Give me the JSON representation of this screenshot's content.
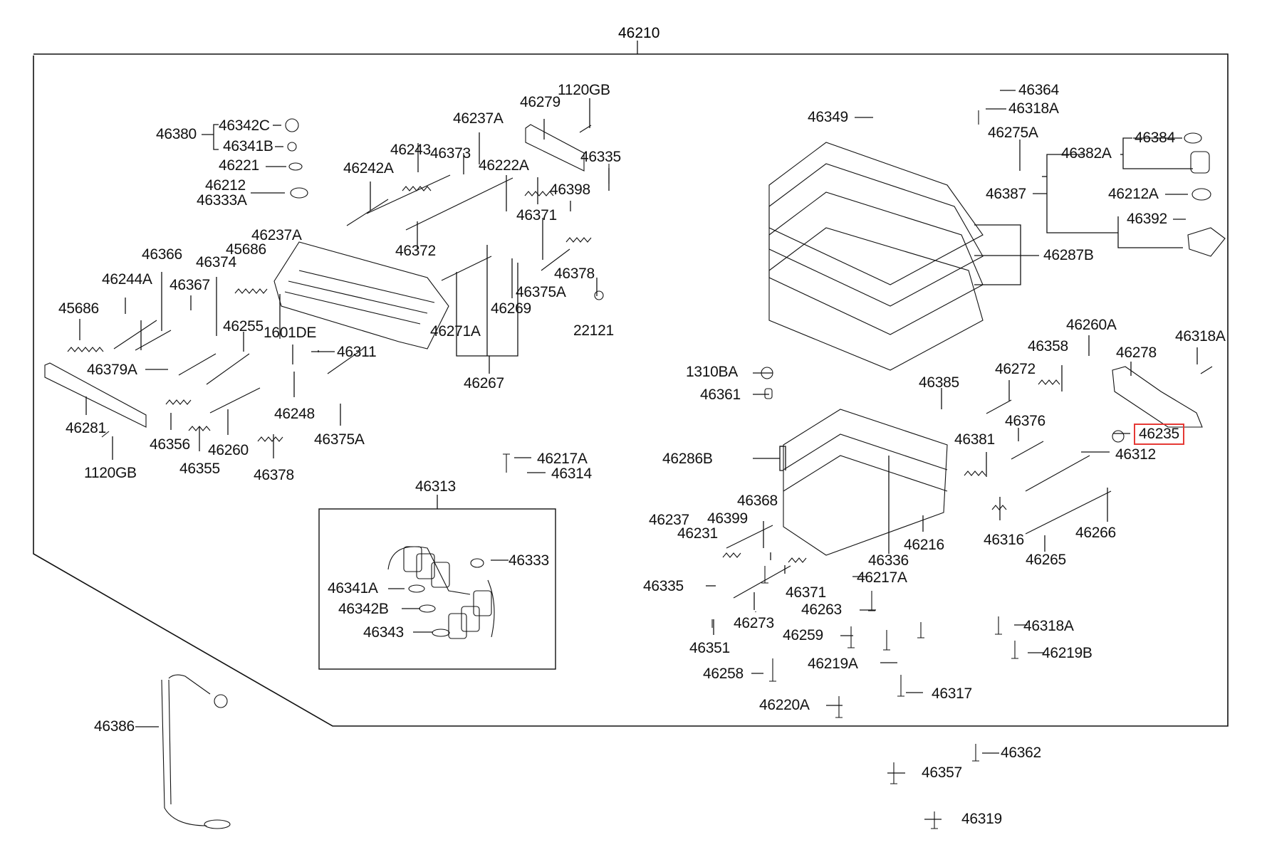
{
  "diagram": {
    "assembly_number": "46210",
    "highlight_color": "#e53935",
    "highlighted_part": "46235",
    "solenoid_group_label": "46313"
  },
  "labels": [
    {
      "id": "l46380",
      "text": "46380"
    },
    {
      "id": "l46342C",
      "text": "46342C"
    },
    {
      "id": "l46341B",
      "text": "46341B"
    },
    {
      "id": "l46221",
      "text": "46221"
    },
    {
      "id": "l46212",
      "text": "46212"
    },
    {
      "id": "l46333A",
      "text": "46333A"
    },
    {
      "id": "l46242A",
      "text": "46242A"
    },
    {
      "id": "l46243",
      "text": "46243"
    },
    {
      "id": "l46373",
      "text": "46373"
    },
    {
      "id": "l46237A_top",
      "text": "46237A"
    },
    {
      "id": "l46222A",
      "text": "46222A"
    },
    {
      "id": "l46279",
      "text": "46279"
    },
    {
      "id": "l1120GB_top",
      "text": "1120GB"
    },
    {
      "id": "l46335_top",
      "text": "46335"
    },
    {
      "id": "l46371_top",
      "text": "46371"
    },
    {
      "id": "l46398",
      "text": "46398"
    },
    {
      "id": "l46372",
      "text": "46372"
    },
    {
      "id": "l46378_top",
      "text": "46378"
    },
    {
      "id": "l46375A_top",
      "text": "46375A"
    },
    {
      "id": "l46269",
      "text": "46269"
    },
    {
      "id": "l22121",
      "text": "22121"
    },
    {
      "id": "l46271A",
      "text": "46271A"
    },
    {
      "id": "l46267",
      "text": "46267"
    },
    {
      "id": "l46237A_mid",
      "text": "46237A"
    },
    {
      "id": "l46366",
      "text": "46366"
    },
    {
      "id": "l45686_mid",
      "text": "45686"
    },
    {
      "id": "l46244A",
      "text": "46244A"
    },
    {
      "id": "l46374",
      "text": "46374"
    },
    {
      "id": "l46367",
      "text": "46367"
    },
    {
      "id": "l45686_left",
      "text": "45686"
    },
    {
      "id": "l46255",
      "text": "46255"
    },
    {
      "id": "l1601DE",
      "text": "1601DE"
    },
    {
      "id": "l46311",
      "text": "46311"
    },
    {
      "id": "l46379A",
      "text": "46379A"
    },
    {
      "id": "l46281",
      "text": "46281"
    },
    {
      "id": "l46248",
      "text": "46248"
    },
    {
      "id": "l46375A_bot",
      "text": "46375A"
    },
    {
      "id": "l46356",
      "text": "46356"
    },
    {
      "id": "l46260",
      "text": "46260"
    },
    {
      "id": "l1120GB_bot",
      "text": "1120GB"
    },
    {
      "id": "l46355",
      "text": "46355"
    },
    {
      "id": "l46378_bot",
      "text": "46378"
    },
    {
      "id": "l46217A_top",
      "text": "46217A"
    },
    {
      "id": "l46314",
      "text": "46314"
    },
    {
      "id": "l46313",
      "text": "46313"
    },
    {
      "id": "l46333",
      "text": "46333"
    },
    {
      "id": "l46341A",
      "text": "46341A"
    },
    {
      "id": "l46342B",
      "text": "46342B"
    },
    {
      "id": "l46343",
      "text": "46343"
    },
    {
      "id": "l46386",
      "text": "46386"
    },
    {
      "id": "l46364",
      "text": "46364"
    },
    {
      "id": "l46318A_top",
      "text": "46318A"
    },
    {
      "id": "l46349",
      "text": "46349"
    },
    {
      "id": "l46275A",
      "text": "46275A"
    },
    {
      "id": "l46382A",
      "text": "46382A"
    },
    {
      "id": "l46384",
      "text": "46384"
    },
    {
      "id": "l46387",
      "text": "46387"
    },
    {
      "id": "l46212A",
      "text": "46212A"
    },
    {
      "id": "l46392",
      "text": "46392"
    },
    {
      "id": "l46287B",
      "text": "46287B"
    },
    {
      "id": "l46260A",
      "text": "46260A"
    },
    {
      "id": "l46318A_right",
      "text": "46318A"
    },
    {
      "id": "l46358",
      "text": "46358"
    },
    {
      "id": "l46278",
      "text": "46278"
    },
    {
      "id": "l46272",
      "text": "46272"
    },
    {
      "id": "l1310BA",
      "text": "1310BA"
    },
    {
      "id": "l46361",
      "text": "46361"
    },
    {
      "id": "l46385",
      "text": "46385"
    },
    {
      "id": "l46376",
      "text": "46376"
    },
    {
      "id": "l46235",
      "text": "46235"
    },
    {
      "id": "l46381",
      "text": "46381"
    },
    {
      "id": "l46312",
      "text": "46312"
    },
    {
      "id": "l46286B",
      "text": "46286B"
    },
    {
      "id": "l46368",
      "text": "46368"
    },
    {
      "id": "l46237",
      "text": "46237"
    },
    {
      "id": "l46231",
      "text": "46231"
    },
    {
      "id": "l46399",
      "text": "46399"
    },
    {
      "id": "l46316",
      "text": "46316"
    },
    {
      "id": "l46266",
      "text": "46266"
    },
    {
      "id": "l46216",
      "text": "46216"
    },
    {
      "id": "l46336",
      "text": "46336"
    },
    {
      "id": "l46265",
      "text": "46265"
    },
    {
      "id": "l46335_bot",
      "text": "46335"
    },
    {
      "id": "l46217A_bot",
      "text": "46217A"
    },
    {
      "id": "l46371_bot",
      "text": "46371"
    },
    {
      "id": "l46263",
      "text": "46263"
    },
    {
      "id": "l46273",
      "text": "46273"
    },
    {
      "id": "l46259",
      "text": "46259"
    },
    {
      "id": "l46318A_bot",
      "text": "46318A"
    },
    {
      "id": "l46351",
      "text": "46351"
    },
    {
      "id": "l46219B",
      "text": "46219B"
    },
    {
      "id": "l46219A",
      "text": "46219A"
    },
    {
      "id": "l46258",
      "text": "46258"
    },
    {
      "id": "l46317",
      "text": "46317"
    },
    {
      "id": "l46220A",
      "text": "46220A"
    },
    {
      "id": "l46362",
      "text": "46362"
    },
    {
      "id": "l46357",
      "text": "46357"
    },
    {
      "id": "l46319",
      "text": "46319"
    }
  ]
}
